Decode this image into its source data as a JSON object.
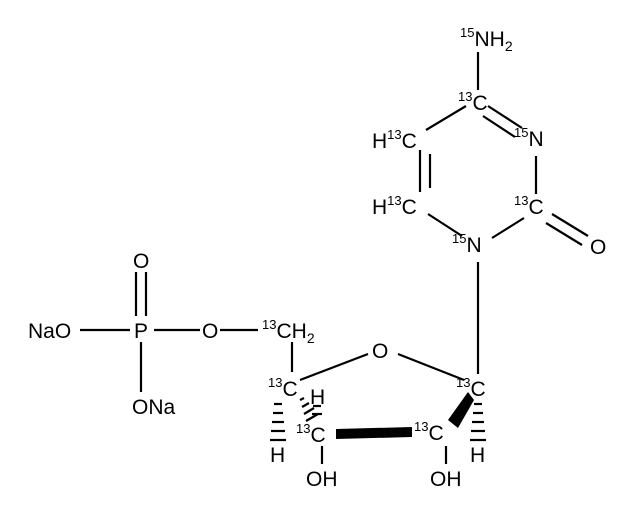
{
  "molecule": {
    "amine": {
      "isotope": "15",
      "symbol": "NH",
      "count": "2"
    },
    "c4": {
      "isotope": "13",
      "symbol": "C"
    },
    "n3": {
      "isotope": "15",
      "symbol": "N"
    },
    "c5": {
      "prefix": "H",
      "isotope": "13",
      "symbol": "C"
    },
    "c6": {
      "prefix": "H",
      "isotope": "13",
      "symbol": "C"
    },
    "c2": {
      "isotope": "13",
      "symbol": "C"
    },
    "carbonyl_o": {
      "symbol": "O"
    },
    "n1": {
      "isotope": "15",
      "symbol": "N"
    },
    "phosphate_o": {
      "symbol": "O"
    },
    "phosphorus": {
      "symbol": "P"
    },
    "ester_o": {
      "symbol": "O"
    },
    "nao_left": {
      "symbol": "NaO"
    },
    "nao_bottom": {
      "symbol": "ONa"
    },
    "c5prime": {
      "isotope": "13",
      "symbol": "C",
      "sub": "H",
      "count": "2"
    },
    "ring_o": {
      "symbol": "O"
    },
    "c4prime": {
      "isotope": "13",
      "symbol": "C"
    },
    "c1prime": {
      "isotope": "13",
      "symbol": "C"
    },
    "c3prime": {
      "isotope": "13",
      "symbol": "C"
    },
    "c2prime": {
      "isotope": "13",
      "symbol": "C"
    },
    "h3prime": {
      "symbol": "H"
    },
    "h4prime": {
      "symbol": "H"
    },
    "h1prime": {
      "symbol": "H"
    },
    "oh3prime": {
      "symbol": "OH"
    },
    "oh2prime": {
      "symbol": "OH"
    }
  }
}
